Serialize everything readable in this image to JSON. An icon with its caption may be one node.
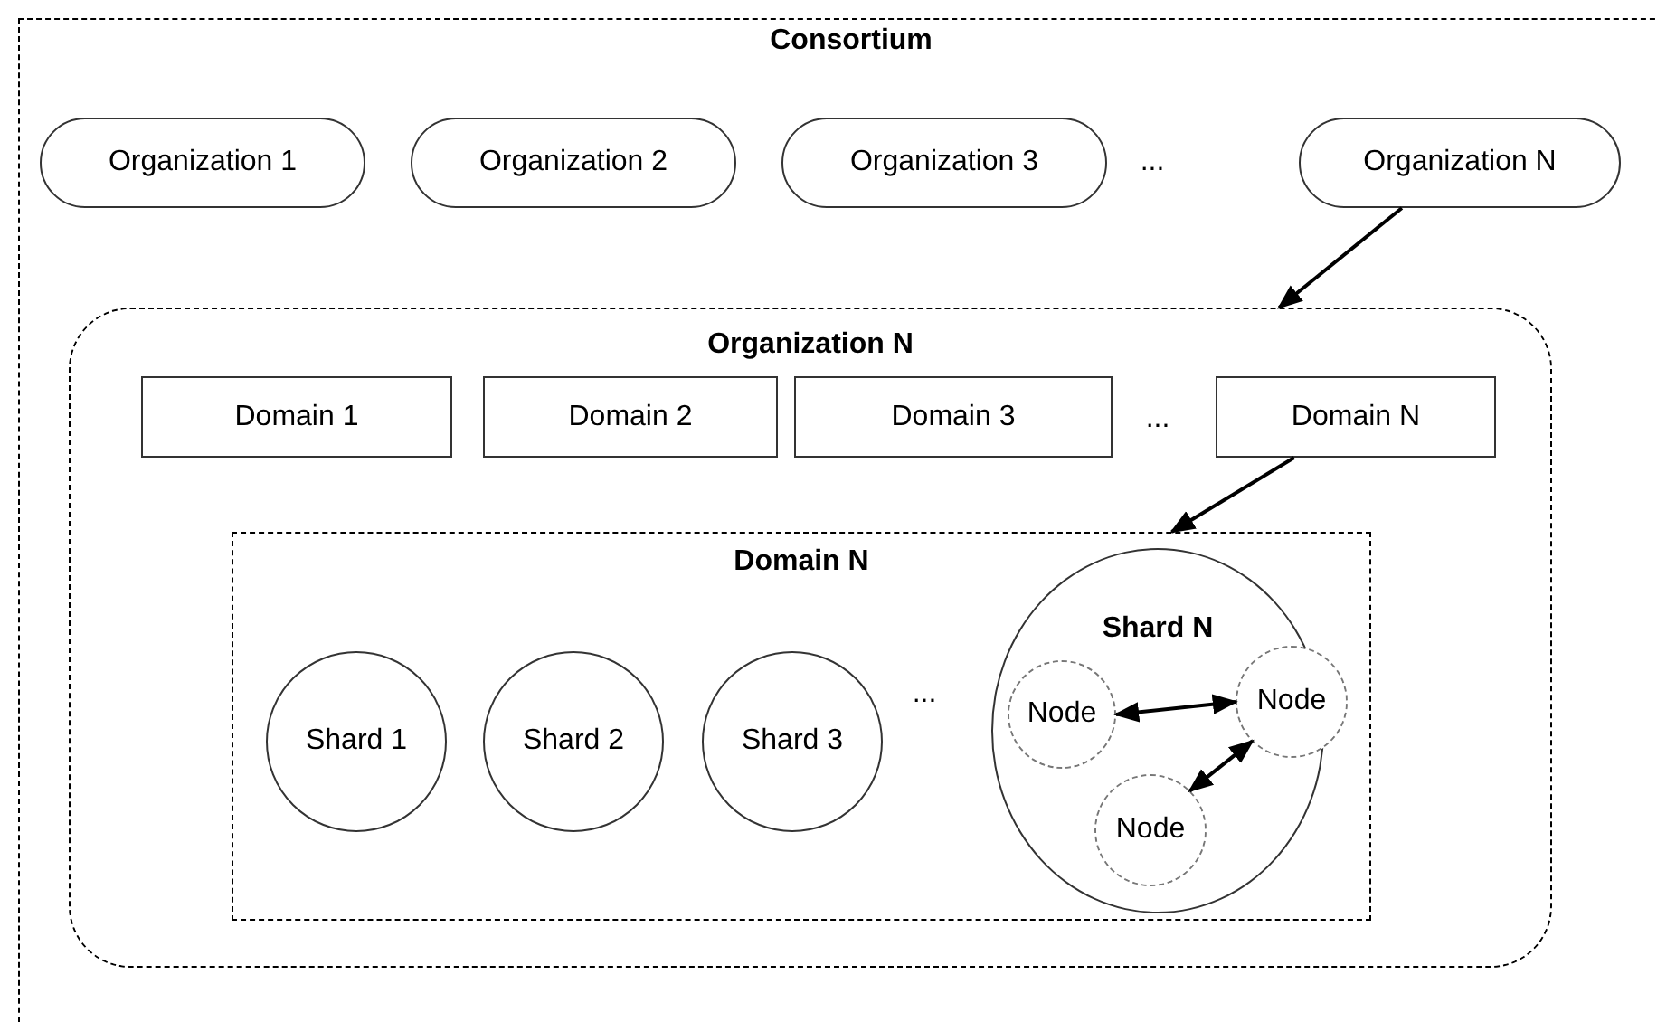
{
  "diagram": {
    "nodes": [
      {
        "text": [
          "Consortium"
        ]
      },
      {
        "text": [
          "Organization 1"
        ],
        "in": 0
      },
      {
        "text": [
          "Organization 2"
        ],
        "in": 0
      },
      {
        "text": [
          "Organization 3"
        ],
        "in": 0
      },
      {
        "text": [
          "Organization N"
        ],
        "in": 0
      },
      {
        "text": [
          "Organization N"
        ],
        "in": 0
      },
      {
        "text": [
          "Domain 1"
        ],
        "in": 5
      },
      {
        "text": [
          "Domain 2"
        ],
        "in": 5
      },
      {
        "text": [
          "Domain 3"
        ],
        "in": 5
      },
      {
        "text": [
          "Domain N"
        ],
        "in": 5
      },
      {
        "text": [
          "Domain N"
        ],
        "in": 5
      },
      {
        "text": [
          "Shard 1"
        ],
        "in": 10
      },
      {
        "text": [
          "Shard 2"
        ],
        "in": 10
      },
      {
        "text": [
          "Shard 3"
        ],
        "in": 10
      },
      {
        "text": [
          "Shard N"
        ],
        "in": 10
      },
      {
        "text": [
          "Node"
        ],
        "in": 14
      },
      {
        "text": [
          "Node"
        ],
        "in": 14
      },
      {
        "text": [
          "Node"
        ],
        "in": 14
      }
    ],
    "edges": [
      {
        "from": 4,
        "to": 5,
        "arrow": "to"
      },
      {
        "from": 9,
        "to": 10,
        "arrow": "to"
      },
      {
        "from": 15,
        "to": 16,
        "arrow": "both"
      },
      {
        "from": 17,
        "to": 16,
        "arrow": "both"
      }
    ],
    "labels": [
      "...",
      "...",
      "..."
    ]
  }
}
